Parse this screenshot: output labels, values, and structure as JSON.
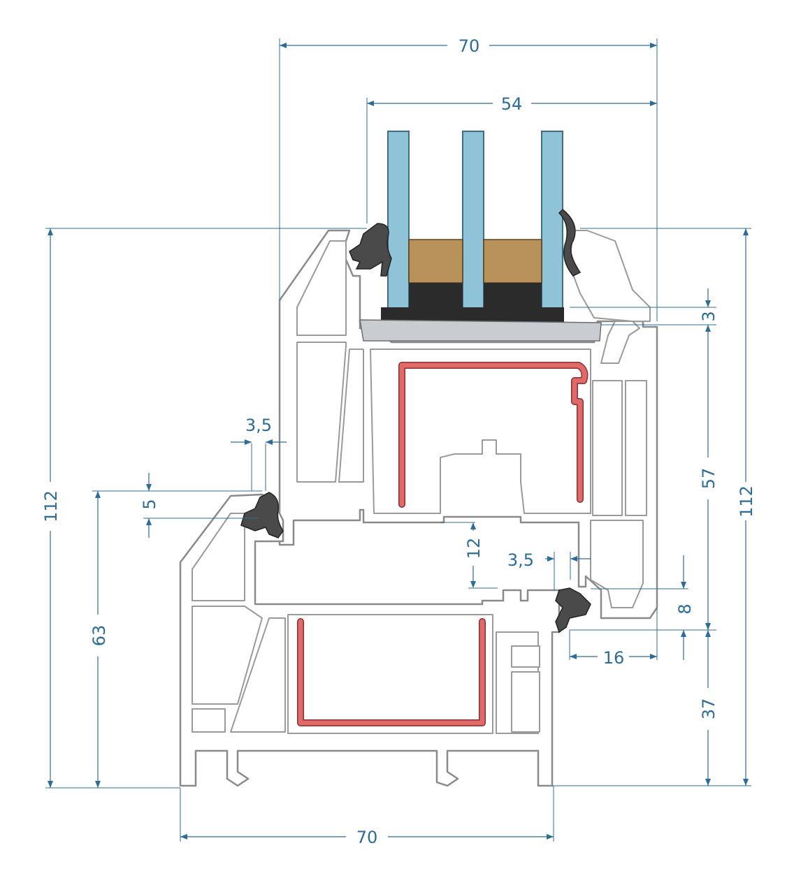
{
  "dimensions": {
    "top_width_70": "70",
    "glass_width_54": "54",
    "left_height_112": "112",
    "right_height_112": "112",
    "frame_height_63": "63",
    "rebate_57": "57",
    "rebate_37": "37",
    "bottom_width_70": "70",
    "gap_3": "3",
    "step_3_5_left": "3,5",
    "step_5": "5",
    "gap_12": "12",
    "step_3_5_right": "3,5",
    "gap_8": "8",
    "offset_16": "16"
  },
  "colors": {
    "dimension": "#2c6c98",
    "glass": "#8fc3d8",
    "steel": "#e06a6a",
    "spacer": "#b8915a",
    "gasket": "#4a4a4a"
  }
}
